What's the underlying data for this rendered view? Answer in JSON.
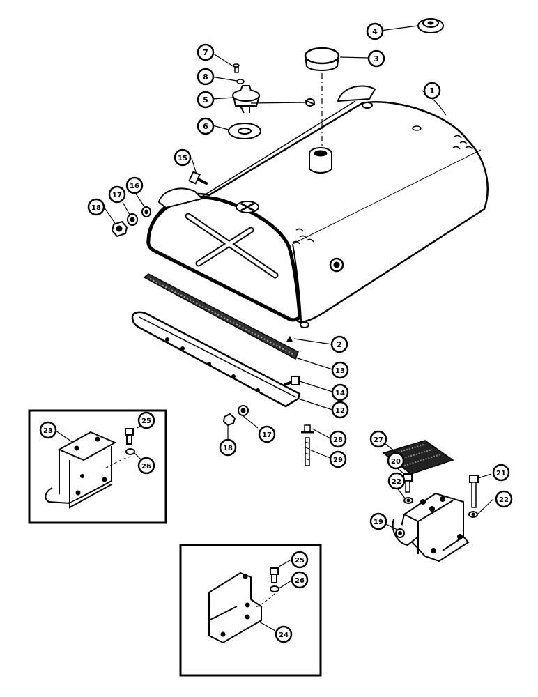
{
  "diagram": {
    "callouts": [
      {
        "id": "c1",
        "label": "1"
      },
      {
        "id": "c2",
        "label": "2"
      },
      {
        "id": "c3",
        "label": "3"
      },
      {
        "id": "c4",
        "label": "4"
      },
      {
        "id": "c5",
        "label": "5"
      },
      {
        "id": "c6",
        "label": "6"
      },
      {
        "id": "c7",
        "label": "7"
      },
      {
        "id": "c8",
        "label": "8"
      },
      {
        "id": "c12",
        "label": "12"
      },
      {
        "id": "c13",
        "label": "13"
      },
      {
        "id": "c14",
        "label": "14"
      },
      {
        "id": "c15",
        "label": "15"
      },
      {
        "id": "c16",
        "label": "16"
      },
      {
        "id": "c17a",
        "label": "17"
      },
      {
        "id": "c18a",
        "label": "18"
      },
      {
        "id": "c17b",
        "label": "17"
      },
      {
        "id": "c18b",
        "label": "18"
      },
      {
        "id": "c28",
        "label": "28"
      },
      {
        "id": "c29",
        "label": "29"
      },
      {
        "id": "c27",
        "label": "27"
      },
      {
        "id": "c20",
        "label": "20"
      },
      {
        "id": "c21",
        "label": "21"
      },
      {
        "id": "c22a",
        "label": "22"
      },
      {
        "id": "c22b",
        "label": "22"
      },
      {
        "id": "c19",
        "label": "19"
      },
      {
        "id": "c23",
        "label": "23"
      },
      {
        "id": "c25a",
        "label": "25"
      },
      {
        "id": "c26a",
        "label": "26"
      },
      {
        "id": "c25b",
        "label": "25"
      },
      {
        "id": "c26b",
        "label": "26"
      },
      {
        "id": "c24",
        "label": "24"
      }
    ]
  }
}
